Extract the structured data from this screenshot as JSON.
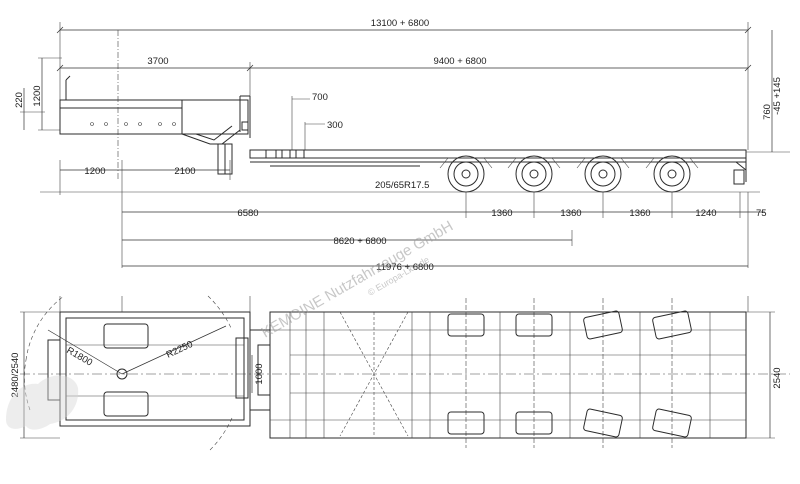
{
  "side_view": {
    "overall_length": "13100 + 6800",
    "gooseneck_length": "3700",
    "platform_length": "9400 + 6800",
    "dim_700": "700",
    "dim_300": "300",
    "height_1200": "1200",
    "height_220": "220",
    "front_1200": "1200",
    "front_2100": "2100",
    "deck_height": "760",
    "deck_tolerance": "-45 +145",
    "tyre_size": "205/65R17.5",
    "axle_spacing": [
      "6580",
      "1360",
      "1360",
      "1360",
      "1240",
      "75"
    ],
    "extended_8620": "8620 + 6800",
    "extended_11976": "11976 + 6800"
  },
  "top_view": {
    "width_left": "2480/2540",
    "width_right": "2540",
    "width_center": "1000",
    "radius_1": "R1800",
    "radius_2": "R2250"
  },
  "watermark": {
    "company": "KEMOINE Nutzfahrzeuge GmbH",
    "site": "© Europa-Lkw.de"
  }
}
